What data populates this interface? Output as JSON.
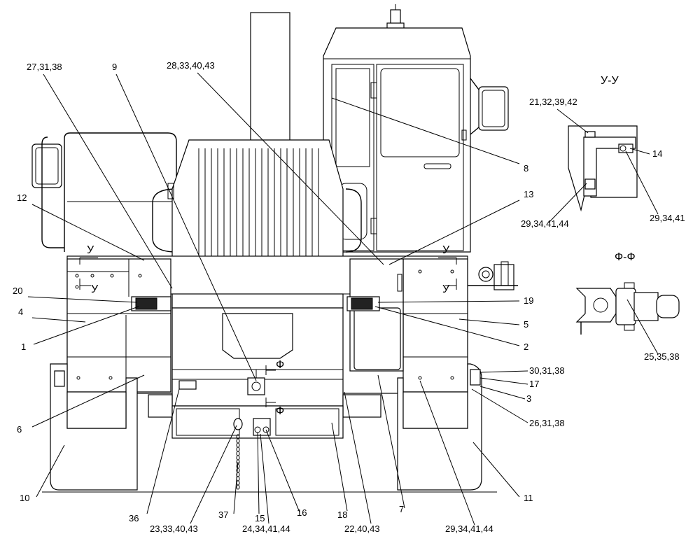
{
  "callouts": [
    {
      "id": "c-27-31-38",
      "text": "27,31,38"
    },
    {
      "id": "c-9",
      "text": "9"
    },
    {
      "id": "c-28-33-40-43",
      "text": "28,33,40,43"
    },
    {
      "id": "c-8",
      "text": "8"
    },
    {
      "id": "c-12",
      "text": "12"
    },
    {
      "id": "c-13",
      "text": "13"
    },
    {
      "id": "c-20",
      "text": "20"
    },
    {
      "id": "c-4",
      "text": "4"
    },
    {
      "id": "c-1",
      "text": "1"
    },
    {
      "id": "c-19",
      "text": "19"
    },
    {
      "id": "c-5",
      "text": "5"
    },
    {
      "id": "c-2",
      "text": "2"
    },
    {
      "id": "c-6",
      "text": "6"
    },
    {
      "id": "c-30-31-38",
      "text": "30,31,38"
    },
    {
      "id": "c-17",
      "text": "17"
    },
    {
      "id": "c-3",
      "text": "3"
    },
    {
      "id": "c-26-31-38",
      "text": "26,31,38"
    },
    {
      "id": "c-10",
      "text": "10"
    },
    {
      "id": "c-11",
      "text": "11"
    },
    {
      "id": "c-36",
      "text": "36"
    },
    {
      "id": "c-37",
      "text": "37"
    },
    {
      "id": "c-18",
      "text": "18"
    },
    {
      "id": "c-7",
      "text": "7"
    },
    {
      "id": "c-15",
      "text": "15"
    },
    {
      "id": "c-16",
      "text": "16"
    },
    {
      "id": "c-23-33-40-43",
      "text": "23,33,40,43"
    },
    {
      "id": "c-24-34-41-44",
      "text": "24,34,41,44"
    },
    {
      "id": "c-22-40-43",
      "text": "22,40,43"
    },
    {
      "id": "c-29-34-41-44-b",
      "text": "29,34,41,44"
    },
    {
      "id": "c-21-32-39-42",
      "text": "21,32,39,42"
    },
    {
      "id": "c-14",
      "text": "14"
    },
    {
      "id": "c-29-34-41-44-u",
      "text": "29,34,41,44"
    },
    {
      "id": "c-29-34-41",
      "text": "29,34,41"
    },
    {
      "id": "c-25-35-38",
      "text": "25,35,38"
    }
  ],
  "sections": {
    "uu_title": "У-У",
    "ff_title": "Ф-Ф",
    "cut_u": "У",
    "cut_f": "Ф"
  }
}
